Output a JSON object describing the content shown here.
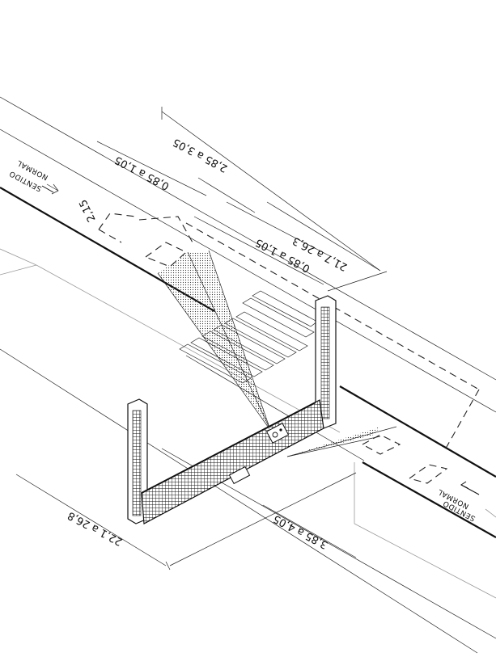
{
  "labels": {
    "sentido_left_1": "SENTIDO",
    "sentido_left_2": "NORMAL",
    "sentido_right_1": "SENTIDO",
    "sentido_right_2": "NORMAL",
    "dim_total_top": "2,85 a 3,05",
    "dim_upper_a": "0,85 a 1,05",
    "dim_upper_b": "0,85 a 1,05",
    "dim_span_top": "21,7 a 26,3",
    "dim_small": "2,15",
    "dim_span_bottom": "22,1 a 26,8",
    "dim_lower": "3,85 a 4,05"
  },
  "colors": {
    "ink": "#111111",
    "grey_line": "#9a9a9a"
  }
}
